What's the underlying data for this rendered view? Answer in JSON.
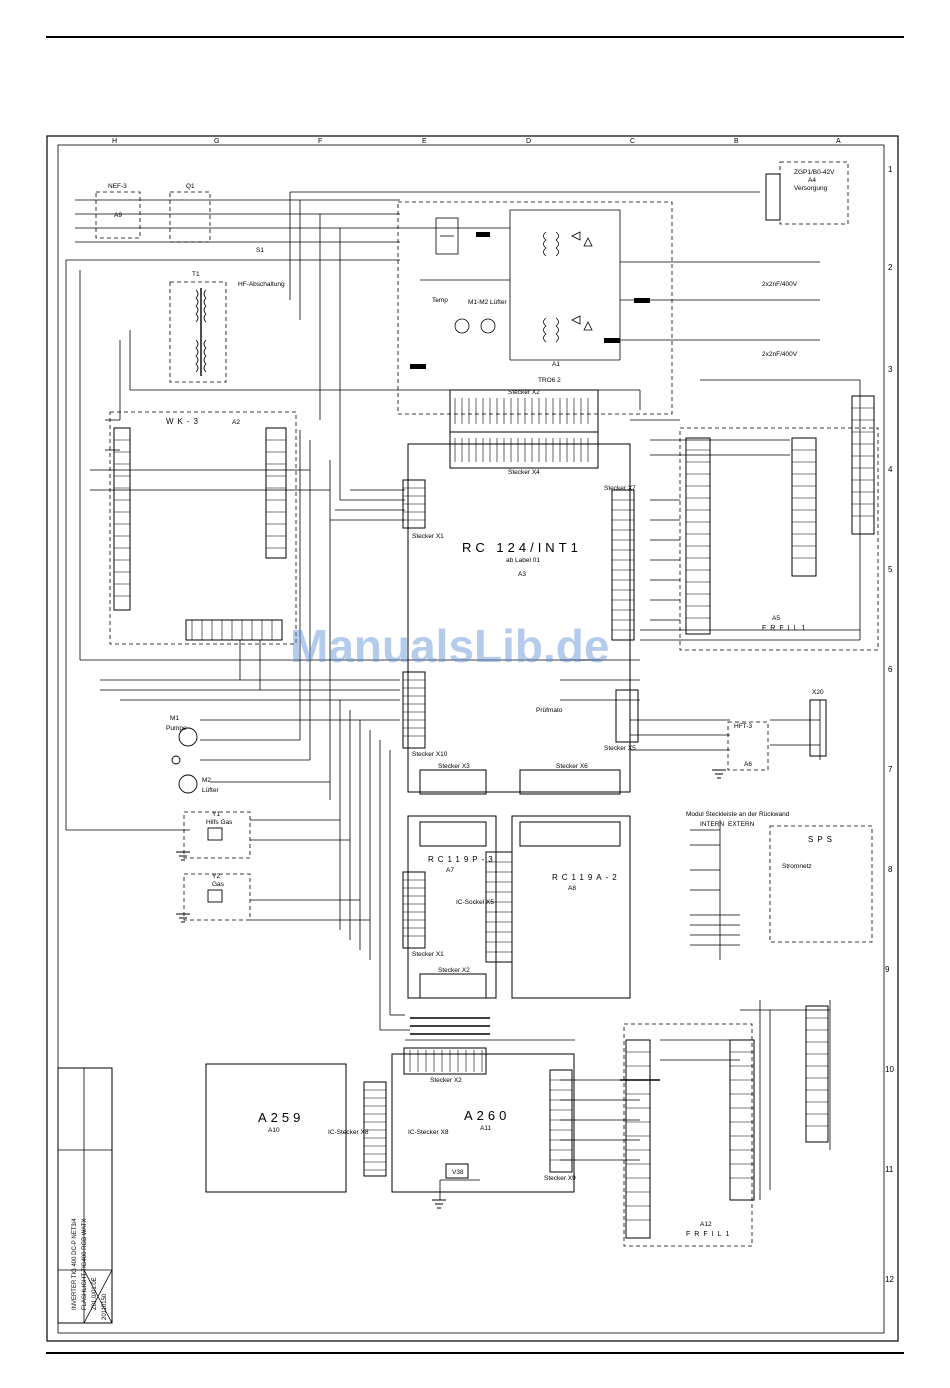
{
  "watermark": "ManualsLib.de",
  "border": {
    "letters_top": [
      "H",
      "G",
      "F",
      "E",
      "D",
      "C",
      "B",
      "A"
    ],
    "numbers_right": [
      "1",
      "2",
      "3",
      "4",
      "5",
      "6",
      "7",
      "8",
      "9",
      "10",
      "11",
      "12"
    ]
  },
  "modules": {
    "a9": {
      "name": "NEF-3",
      "ref": "A9"
    },
    "q1": "Q1",
    "s1": {
      "name": "S1",
      "sub": "HF-Abschaltung"
    },
    "t1": "T1",
    "a4": {
      "name": "ZGP1/B0-42V",
      "ref": "A4",
      "sub": "Versorgung"
    },
    "a1": {
      "name": "A1",
      "sub": "TRO6 2",
      "fan": "M1-M2 Lüfter",
      "temp": "Temp"
    },
    "a2": {
      "name": "WK-3",
      "ref": "A2"
    },
    "a3": {
      "name": "RC 124/INT1",
      "sub": "ab Label 01",
      "ref": "A3"
    },
    "a5": {
      "name": "FRFIL1",
      "ref": "A5"
    },
    "a6": {
      "name": "HFT-3",
      "ref": "A6"
    },
    "a7": {
      "name": "RC119P-3",
      "ref": "A7"
    },
    "a8": {
      "name": "RC119A-2",
      "ref": "A8"
    },
    "a10": {
      "name": "A259",
      "ref": "A10"
    },
    "a11": {
      "name": "A260",
      "ref": "A11"
    },
    "a12": {
      "name": "FRFIL1",
      "ref": "A12"
    },
    "m1": {
      "name": "M1",
      "sub": "Pumpe"
    },
    "m2": {
      "name": "M2",
      "sub": "Lüfter"
    },
    "y1": {
      "name": "Y1",
      "sub": "Hilfs Gas"
    },
    "y2": {
      "name": "Y2",
      "sub": "Gas"
    },
    "x20": "X20",
    "sps": "SPS",
    "v38": "V38"
  },
  "connectors": {
    "x2": "Stecker X2",
    "x4": "Stecker X4",
    "x7": "Stecker X7",
    "x1": "Stecker X1",
    "x3": "Stecker X3",
    "x5": "Stecker X5",
    "x6": "Stecker X6",
    "x10": "Stecker X10",
    "x9": "Stecker X9",
    "x8": "IC-Stecker X8",
    "socket_x5": "IC-Sockel X5"
  },
  "notes": {
    "terminal": "Modul Steckleiste an der Rückwand",
    "intern": "INTERN",
    "extern": "EXTERN",
    "stromnetz": "Stromnetz",
    "pruefmato": "Prüfmato",
    "cap1": "2x2nF/400V",
    "cap2": "2x2nF/400V"
  },
  "title_block": {
    "lines": [
      "INVERTER TIG 400 DC-P NET3/4",
      "FLASHLIGHT TIG400 RGB WATX",
      "Z01.0/01.0E"
    ],
    "drawing_no": "20110150"
  }
}
